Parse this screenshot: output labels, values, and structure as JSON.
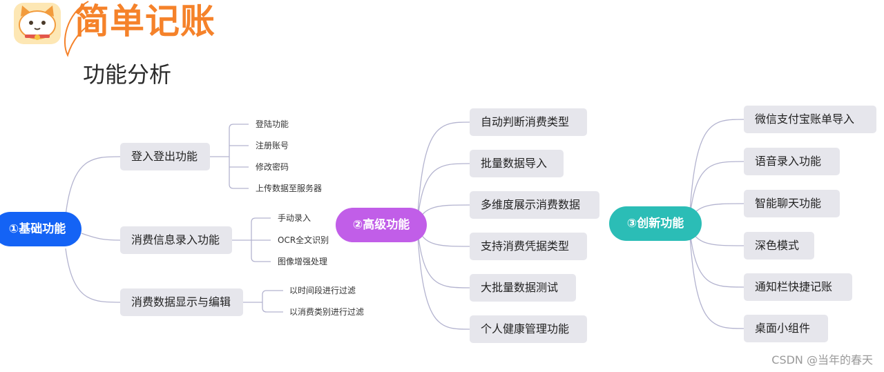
{
  "header": {
    "app_title": "简单记账",
    "page_title": "功能分析",
    "logo_icon": "cat-logo-icon"
  },
  "branches": [
    {
      "label": "①基础功能",
      "color": "#1463f5",
      "children": [
        {
          "label": "登入登出功能",
          "leaves": [
            "登陆功能",
            "注册账号",
            "修改密码",
            "上传数据至服务器"
          ]
        },
        {
          "label": "消费信息录入功能",
          "leaves": [
            "手动录入",
            "OCR全文识别",
            "图像增强处理"
          ]
        },
        {
          "label": "消费数据显示与编辑",
          "leaves": [
            "以时间段进行过滤",
            "以消费类别进行过滤"
          ]
        }
      ]
    },
    {
      "label": "②高级功能",
      "color": "#c15ee8",
      "children": [
        {
          "label": "自动判断消费类型"
        },
        {
          "label": "批量数据导入"
        },
        {
          "label": "多维度展示消费数据"
        },
        {
          "label": "支持消费凭据类型"
        },
        {
          "label": "大批量数据测试"
        },
        {
          "label": "个人健康管理功能"
        }
      ]
    },
    {
      "label": "③创新功能",
      "color": "#2bbdb6",
      "children": [
        {
          "label": "微信支付宝账单导入"
        },
        {
          "label": "语音录入功能"
        },
        {
          "label": "智能聊天功能"
        },
        {
          "label": "深色模式"
        },
        {
          "label": "通知栏快捷记账"
        },
        {
          "label": "桌面小组件"
        }
      ]
    }
  ],
  "watermark": "CSDN @当年的春天",
  "colors": {
    "line": "#b3b3cf",
    "node_bg": "#e6e6ec",
    "title_orange": "#f5822a"
  }
}
